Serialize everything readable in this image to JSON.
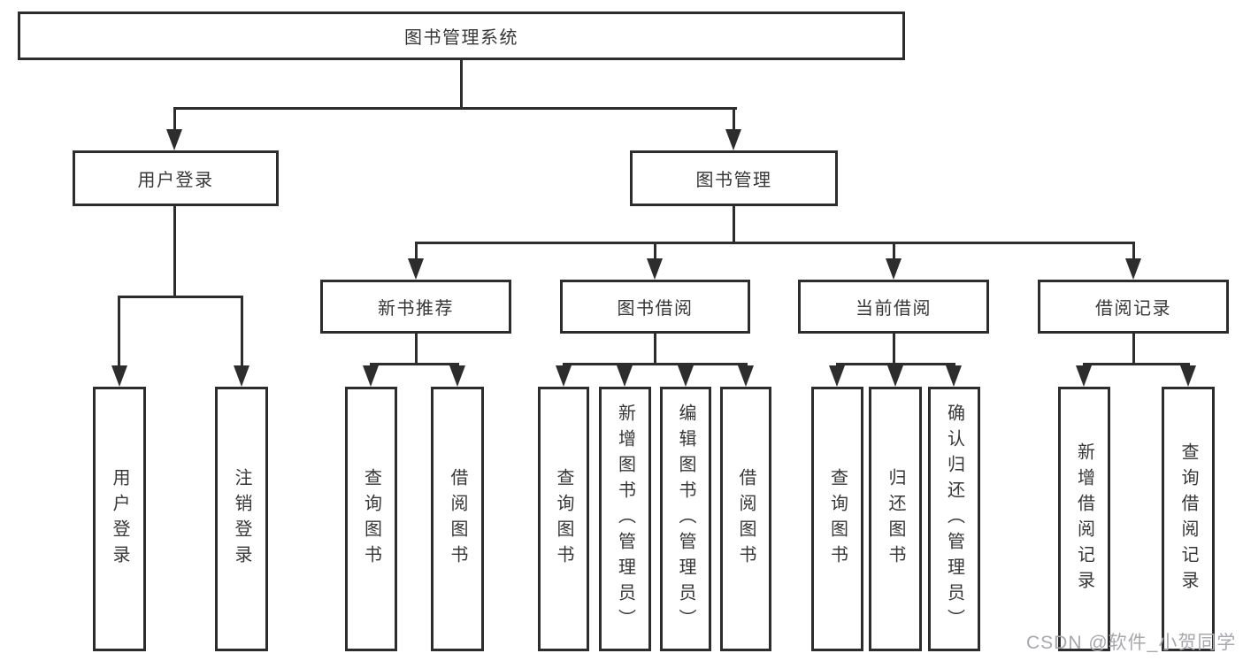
{
  "colors": {
    "background": "#ffffff",
    "line": "#2d2d2d",
    "box_border": "#2d2d2d",
    "text": "#373737",
    "watermark": "#a7a7ad"
  },
  "watermark": {
    "text": "CSDN @软件_小贺同学"
  },
  "tree": {
    "root": {
      "label": "图书管理系统"
    },
    "level2": [
      {
        "label": "用户登录",
        "children": [
          {
            "label": "用户登录"
          },
          {
            "label": "注销登录"
          }
        ]
      },
      {
        "label": "图书管理",
        "children": [
          {
            "label": "新书推荐",
            "children": [
              {
                "label": "查询图书"
              },
              {
                "label": "借阅图书"
              }
            ]
          },
          {
            "label": "图书借阅",
            "children": [
              {
                "label": "查询图书"
              },
              {
                "label": "新增图书（管理员）"
              },
              {
                "label": "编辑图书（管理员）"
              },
              {
                "label": "借阅图书"
              }
            ]
          },
          {
            "label": "当前借阅",
            "children": [
              {
                "label": "查询图书"
              },
              {
                "label": "归还图书"
              },
              {
                "label": "确认归还（管理员）"
              }
            ]
          },
          {
            "label": "借阅记录",
            "children": [
              {
                "label": "新增借阅记录"
              },
              {
                "label": "查询借阅记录"
              }
            ]
          }
        ]
      }
    ]
  }
}
